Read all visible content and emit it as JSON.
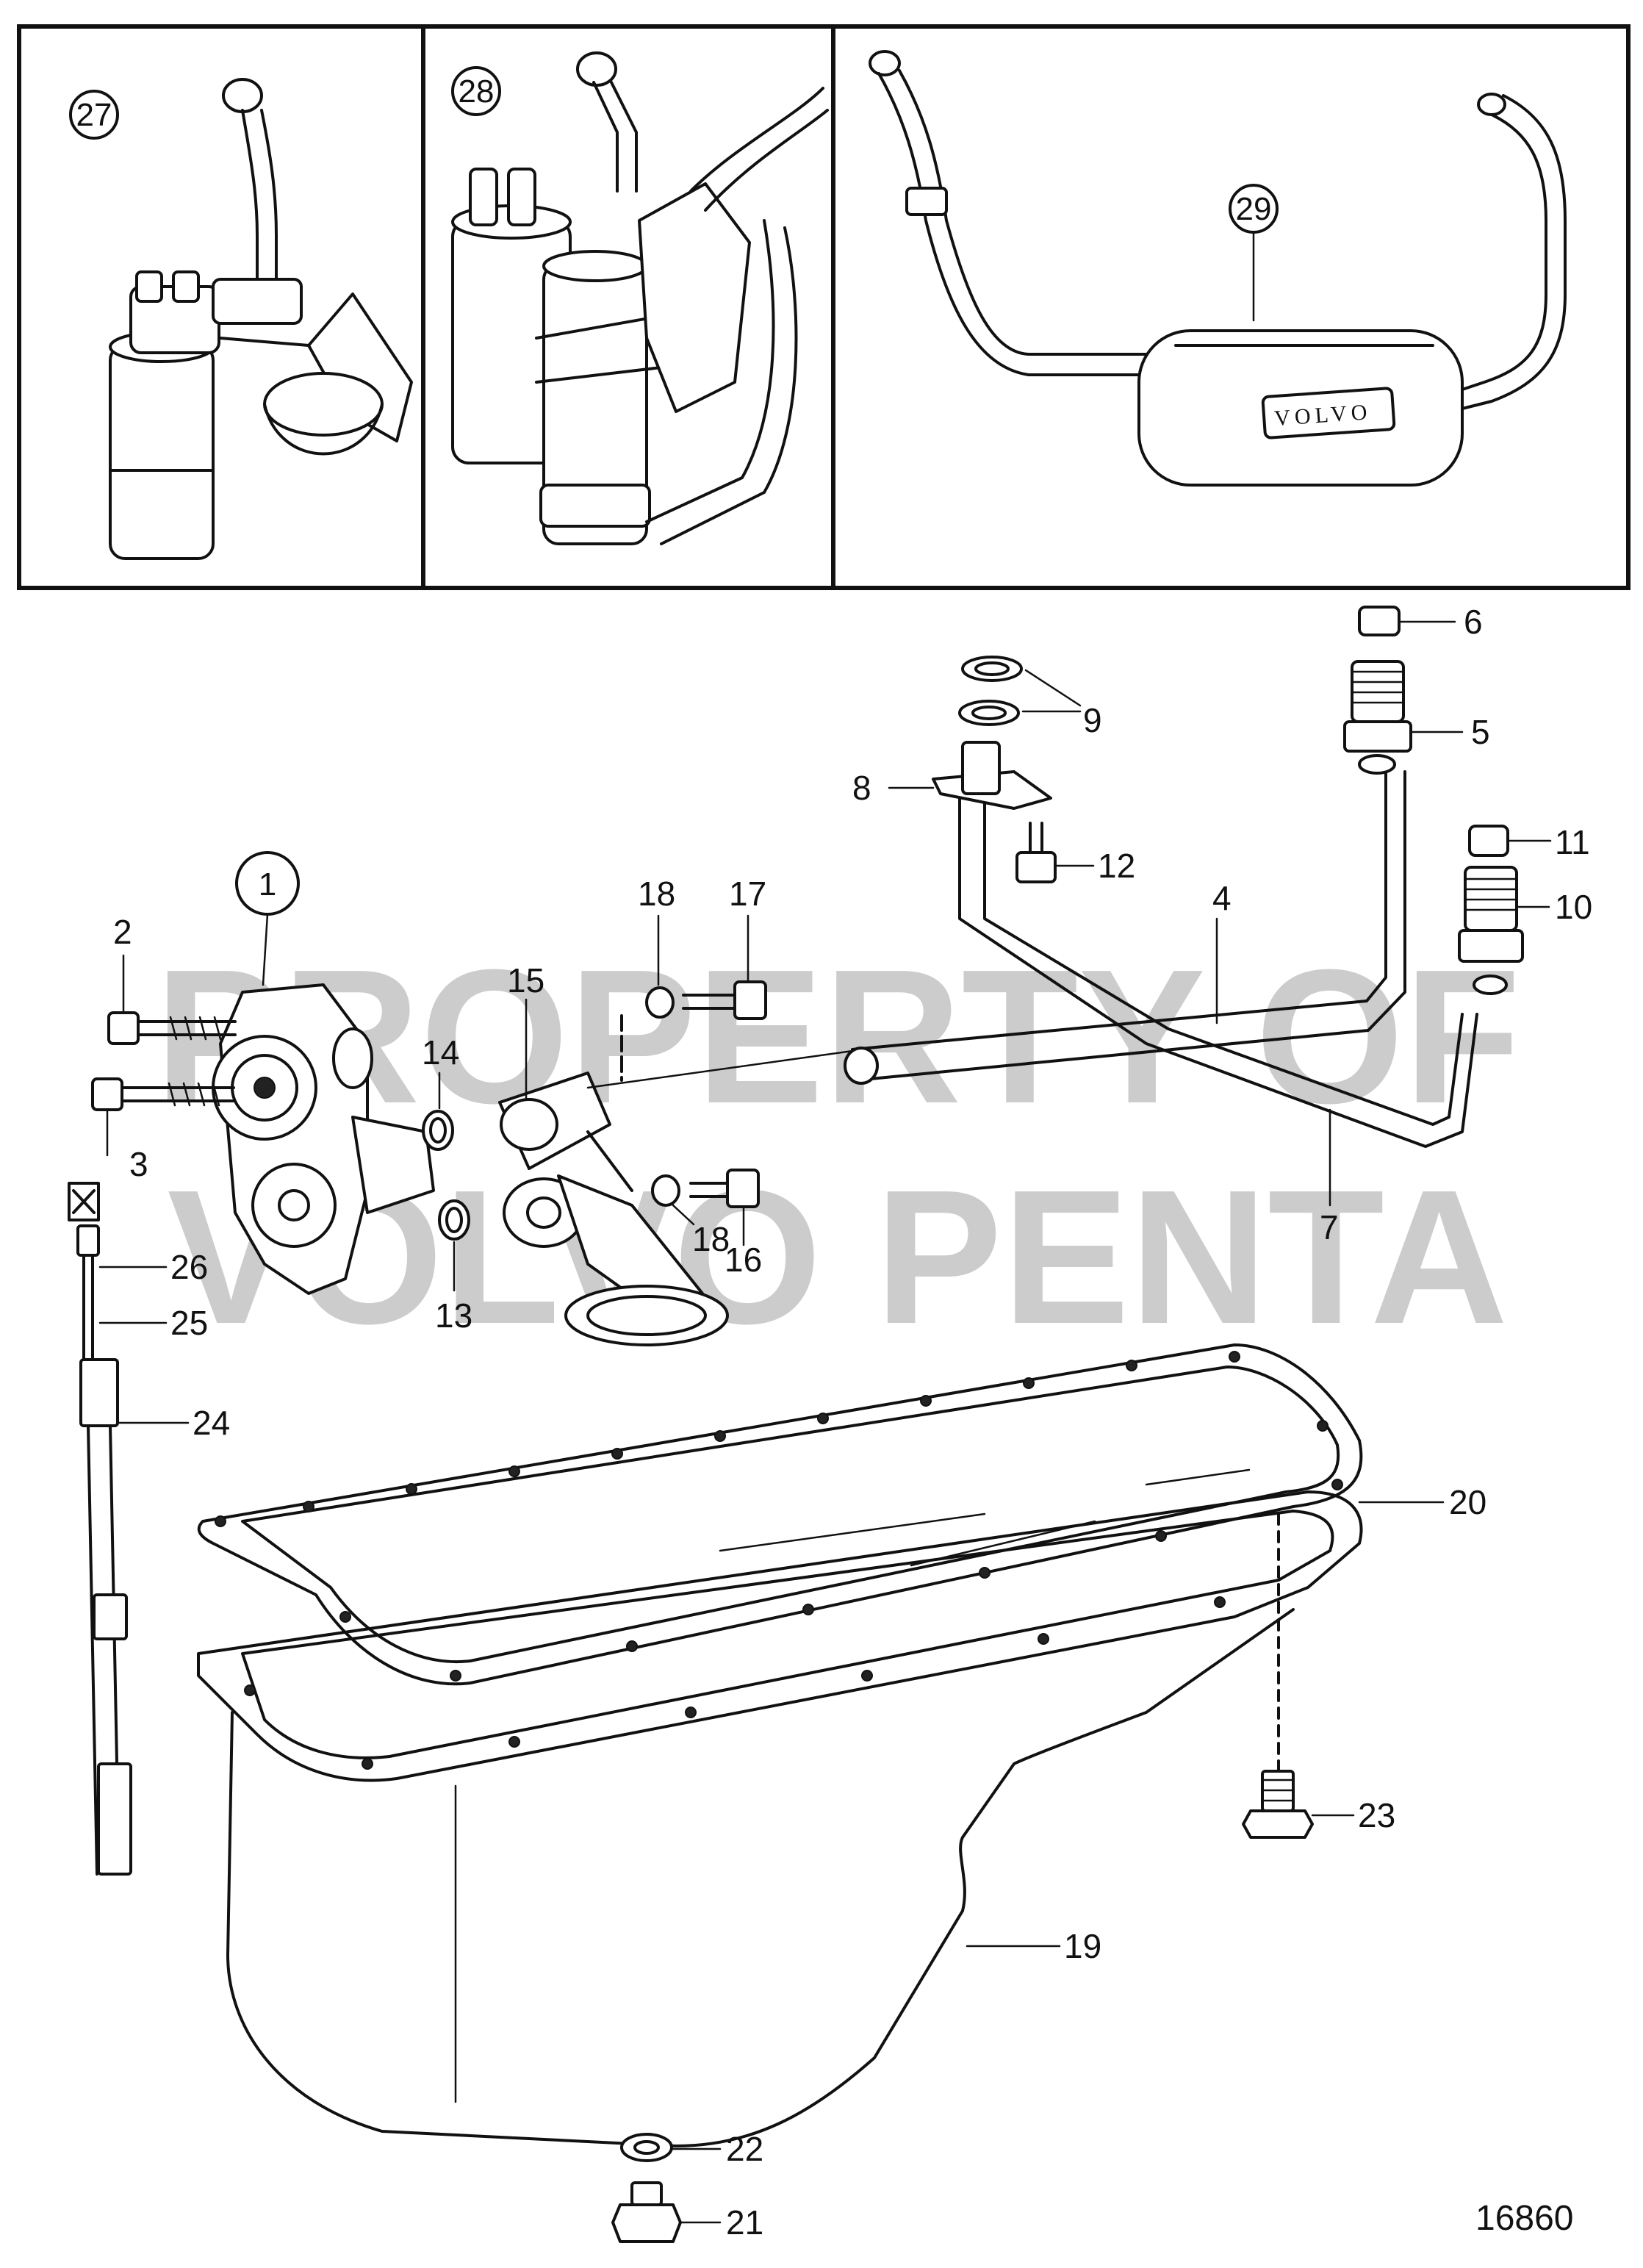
{
  "watermark": {
    "line1": "PROPERTY OF",
    "line2": "VOLVO PENTA"
  },
  "figure_number": "16860",
  "insets": [
    {
      "callout": "27"
    },
    {
      "callout": "28"
    },
    {
      "callout": "29",
      "logo": "VOLVO"
    }
  ],
  "main_callout": "1",
  "labels": {
    "p2": "2",
    "p3": "3",
    "p4": "4",
    "p5": "5",
    "p6": "6",
    "p7": "7",
    "p8": "8",
    "p9": "9",
    "p10": "10",
    "p11": "11",
    "p12": "12",
    "p13": "13",
    "p14": "14",
    "p15": "15",
    "p16": "16",
    "p17": "17",
    "p18a": "18",
    "p18b": "18",
    "p19": "19",
    "p20": "20",
    "p21": "21",
    "p22": "22",
    "p23": "23",
    "p24": "24",
    "p25": "25",
    "p26": "26"
  }
}
